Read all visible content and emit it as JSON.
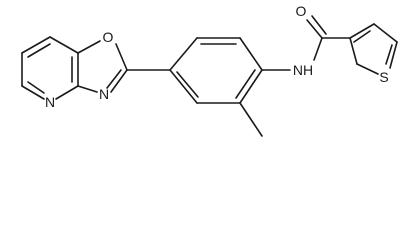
{
  "molecule": {
    "atoms": {
      "o_oxazole": "O",
      "n_oxazole": "N",
      "n_pyridine": "N",
      "nh_amide": "NH",
      "o_carbonyl": "O",
      "s_thiophene": "S"
    }
  }
}
